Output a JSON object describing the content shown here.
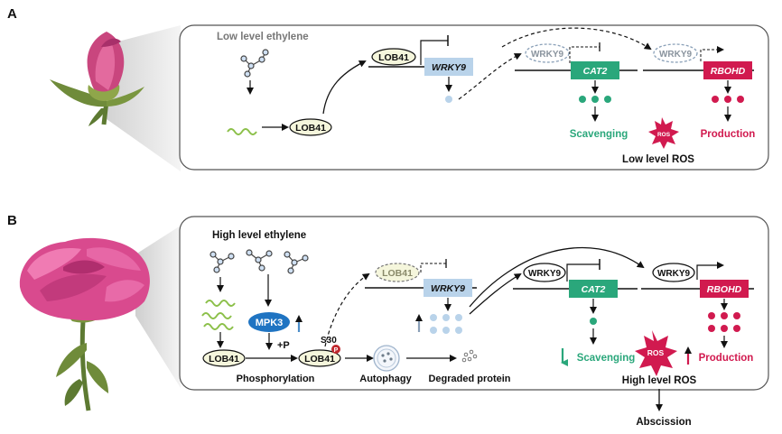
{
  "panel_a": {
    "label": "A",
    "title": "Low level ethylene",
    "lob41_bottom": "LOB41",
    "lob41_top": "LOB41",
    "wrky9_gene": "WRKY9",
    "wrky9_cat2": "WRKY9",
    "cat2": "CAT2",
    "wrky9_rbohd": "WRKY9",
    "rbohd": "RBOHD",
    "scavenging": "Scavenging",
    "production": "Production",
    "ros_badge": "ROS",
    "low_ros": "Low level ROS"
  },
  "panel_b": {
    "label": "B",
    "title": "High level ethylene",
    "lob41_dashed": "LOB41",
    "wrky9_gene": "WRKY9",
    "wrky9_cat2": "WRKY9",
    "cat2": "CAT2",
    "wrky9_rbohd": "WRKY9",
    "rbohd": "RBOHD",
    "mpk3": "MPK3",
    "plus_p": "+P",
    "s30": "S30",
    "p_badge": "P",
    "lob41_left": "LOB41",
    "lob41_phos": "LOB41",
    "phosphorylation": "Phosphorylation",
    "autophagy": "Autophagy",
    "degraded": "Degraded protein",
    "scavenging": "Scavenging",
    "production": "Production",
    "ros_badge": "ROS",
    "high_ros": "High level ROS",
    "abscission": "Abscission"
  },
  "colors": {
    "green": "#2aa77b",
    "crimson": "#d11a4f",
    "light_blue": "#b9d3ea",
    "mpk3_blue": "#1f74c2",
    "lob_fill": "#f5f6dc"
  }
}
